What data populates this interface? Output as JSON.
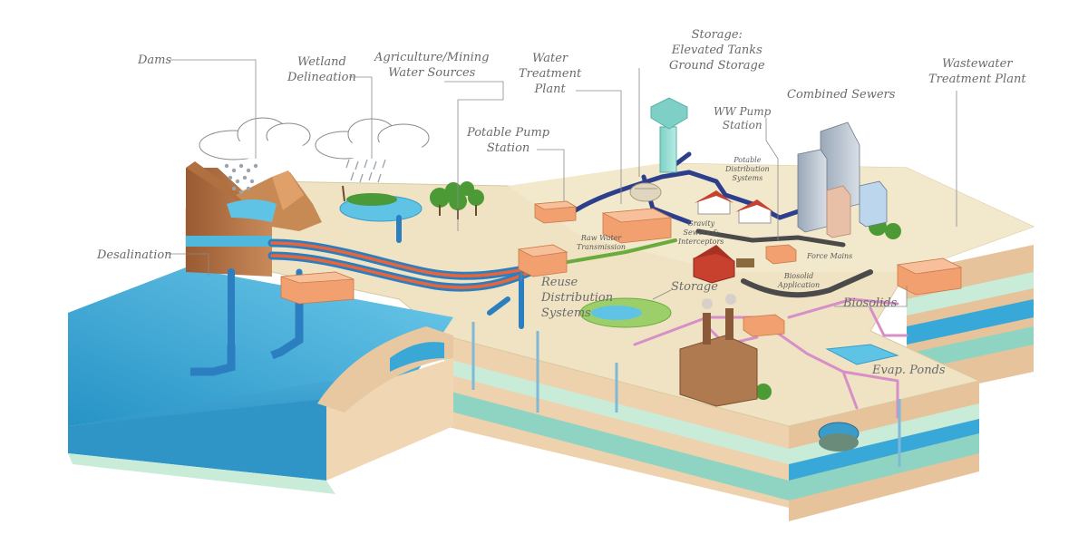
{
  "labels": {
    "dams": [
      "Dams"
    ],
    "wetland": [
      "Wetland",
      "Delineation"
    ],
    "agri": [
      "Agriculture/Mining",
      "Water Sources"
    ],
    "wtp": [
      "Water",
      "Treatment",
      "Plant"
    ],
    "storage_tanks": [
      "Storage:",
      "Elevated Tanks",
      "Ground Storage"
    ],
    "wastewater": [
      "Wastewater",
      "Treatment Plant"
    ],
    "potable_pump": [
      "Potable Pump",
      "Station"
    ],
    "ww_pump": [
      "WW Pump",
      "Station"
    ],
    "combined_sewers": [
      "Combined Sewers"
    ],
    "potable_dist": [
      "Potable",
      "Distribution",
      "Systems"
    ],
    "raw_water": [
      "Raw Water",
      "Transmission"
    ],
    "gravity_sewers": [
      "Gravity",
      "Sewers &",
      "Interceptors"
    ],
    "force_mains": [
      "Force Mains"
    ],
    "biosolid_app": [
      "Biosolid",
      "Application"
    ],
    "desalination": [
      "Desalination"
    ],
    "reuse": [
      "Reuse",
      "Distribution",
      "Systems"
    ],
    "storage": [
      "Storage"
    ],
    "biosolids": [
      "Biosolids"
    ],
    "evap": [
      "Evap. Ponds"
    ]
  },
  "colors": {
    "land_top": "#efe3c3",
    "soil": "#e8c9a3",
    "aquifer_light": "#c6ead9",
    "aquifer_teal": "#8dd3c0",
    "water": "#4fb8dc",
    "pipe_blue": "#2b7fc0",
    "pipe_navy": "#2d3f8c",
    "pipe_orange": "#e8653a",
    "pipe_green": "#6aab3d",
    "pipe_pink": "#d78fc8",
    "sewer_dark": "#4a4a4a",
    "building": "#f2a070",
    "label": "#6a6a6a"
  }
}
